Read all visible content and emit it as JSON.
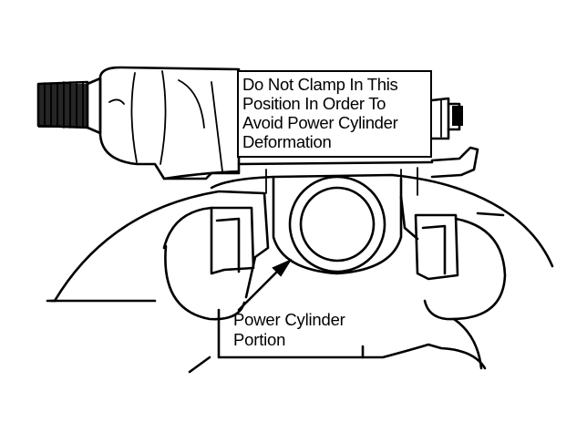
{
  "illustration": {
    "subject": "steering-gear-power-cylinder-clamping",
    "colors": {
      "ink": "#000000",
      "paper": "#ffffff"
    }
  },
  "callouts": {
    "warning": {
      "lines": [
        "Do Not Clamp In This",
        "Position In Order To",
        "Avoid Power Cylinder",
        "Deformation"
      ]
    },
    "part_label": {
      "lines": [
        "Power Cylinder",
        "Portion"
      ]
    }
  }
}
